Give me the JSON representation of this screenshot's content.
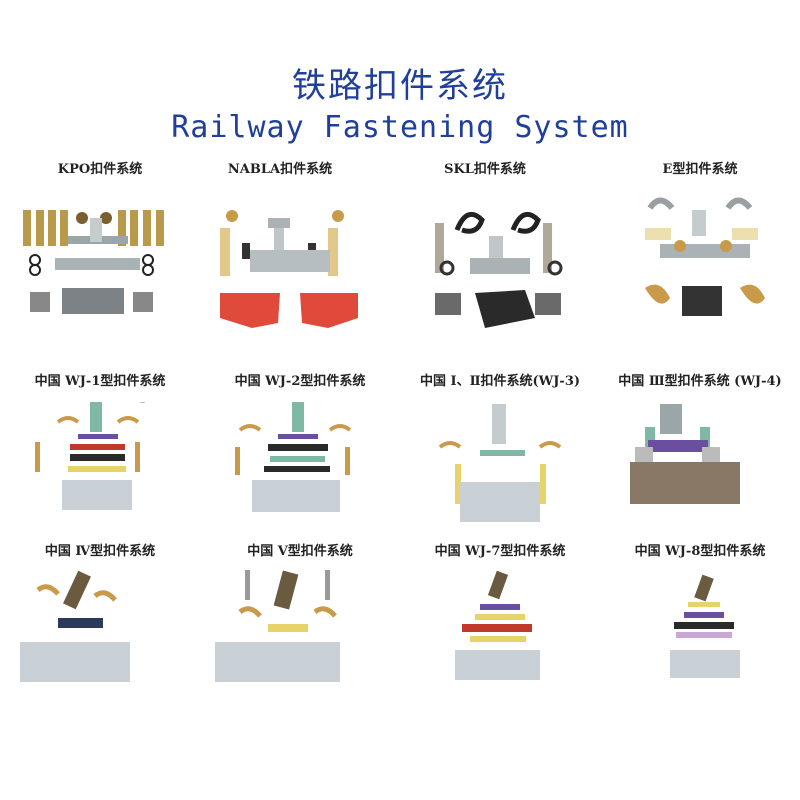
{
  "title": {
    "zh": "铁路扣件系统",
    "en": "Railway Fastening System"
  },
  "systems": [
    {
      "label": "KPO扣件系统"
    },
    {
      "label": "NABLA扣件系统"
    },
    {
      "label": "SKL扣件系统"
    },
    {
      "label": "E型扣件系统"
    },
    {
      "label": "中国 WJ-1型扣件系统"
    },
    {
      "label": "中国 WJ-2型扣件系统"
    },
    {
      "label": "中国 Ⅰ、Ⅱ扣件系统(WJ-3)"
    },
    {
      "label": "中国 Ⅲ型扣件系统 (WJ-4)"
    },
    {
      "label": "中国 Ⅳ型扣件系统"
    },
    {
      "label": "中国 Ⅴ型扣件系统"
    },
    {
      "label": "中国 WJ-7型扣件系统"
    },
    {
      "label": "中国 WJ-8型扣件系统"
    }
  ],
  "colors": {
    "title": "#1f3f9a",
    "rail": "#9aa6a8",
    "base": "#c9d1d6",
    "bolt": "#c8a04a",
    "pad_red": "#e04a3a",
    "pad_dark": "#2a2a2a",
    "green": "#7fb9a6",
    "purple": "#6a4fa0",
    "yellow": "#e8d36a"
  }
}
